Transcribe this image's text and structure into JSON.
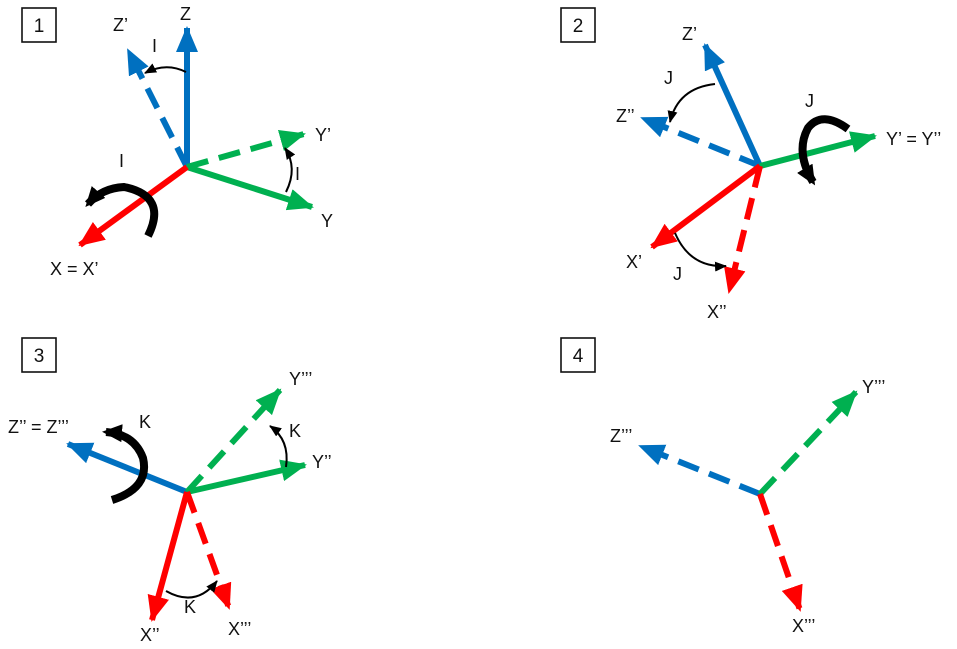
{
  "colors": {
    "x_axis": "#ff0000",
    "y_axis": "#00b050",
    "z_axis": "#0070c0",
    "rotation_arrow": "#000000"
  },
  "panels": [
    {
      "id": "1",
      "number": "1",
      "labels": {
        "z": "Z",
        "z_rot": "Z’",
        "y": "Y",
        "y_rot": "Y’",
        "x": "X = X’"
      },
      "angle_labels": [
        "I",
        "I",
        "I"
      ]
    },
    {
      "id": "2",
      "number": "2",
      "labels": {
        "z": "Z’",
        "z_rot": "Z’’",
        "y": "Y’ = Y’’",
        "x": "X’",
        "x_rot": "X’’"
      },
      "angle_labels": [
        "J",
        "J",
        "J"
      ]
    },
    {
      "id": "3",
      "number": "3",
      "labels": {
        "z": "Z’’ = Z’’’",
        "y": "Y’’",
        "y_rot": "Y’’’",
        "x": "X’’",
        "x_rot": "X’’’"
      },
      "angle_labels": [
        "K",
        "K",
        "K"
      ]
    },
    {
      "id": "4",
      "number": "4",
      "labels": {
        "z": "Z’’’",
        "y": "Y’’’",
        "x": "X’’’"
      },
      "angle_labels": []
    }
  ]
}
